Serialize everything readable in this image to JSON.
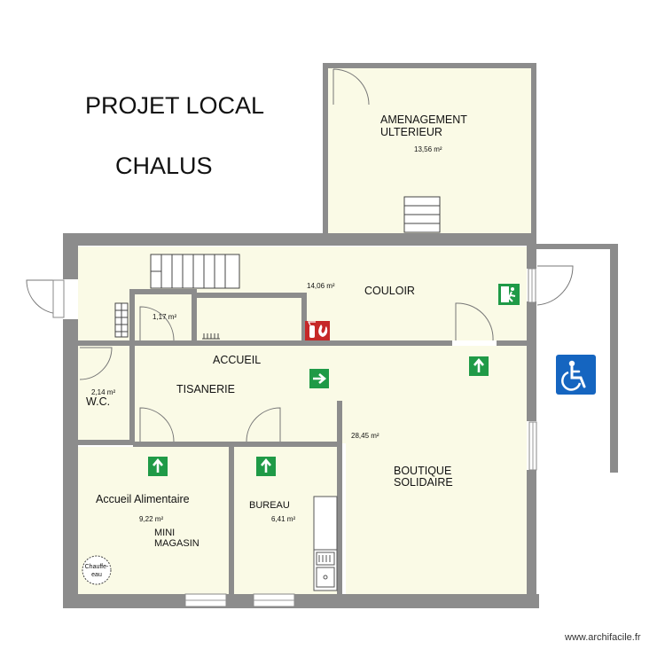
{
  "project": {
    "title_line1": "PROJET LOCAL",
    "title_line2": "CHALUS"
  },
  "rooms": {
    "amenagement": {
      "label_line1": "AMENAGEMENT",
      "label_line2": "ULTERIEUR",
      "area": "13,56 m²"
    },
    "couloir": {
      "label": "COULOIR",
      "area": "14,06 m²"
    },
    "small_storage": {
      "area": "1,17 m²"
    },
    "accueil": {
      "label": "ACCUEIL"
    },
    "tisanerie": {
      "label": "TISANERIE"
    },
    "wc": {
      "label": "W.C.",
      "area": "2,14 m²"
    },
    "boutique": {
      "label_line1": "BOUTIQUE",
      "label_line2": "SOLIDAIRE",
      "area": "28,45 m²"
    },
    "accueil_alimentaire": {
      "label": "Accueil Alimentaire",
      "area": "9,22 m²",
      "sub_line1": "MINI",
      "sub_line2": "MAGASIN"
    },
    "bureau": {
      "label": "BUREAU",
      "area": "6,41 m²"
    }
  },
  "fixtures": {
    "chauffe_eau_line1": "Chauffe-",
    "chauffe_eau_line2": "eau"
  },
  "symbols": {
    "exit_sign": "exit-running-man-icon",
    "extinguisher": "fire-extinguisher-icon",
    "arrow_right": "evacuation-arrow-right-icon",
    "arrow_up": "evacuation-arrow-up-icon",
    "accessibility": "wheelchair-icon"
  },
  "colors": {
    "room_fill": "#fafae6",
    "wall": "#8c8c8c",
    "exit_green": "#1f9a47",
    "fire_red": "#c62828",
    "accessible_blue": "#1565c0"
  },
  "watermark": "www.archifacile.fr"
}
